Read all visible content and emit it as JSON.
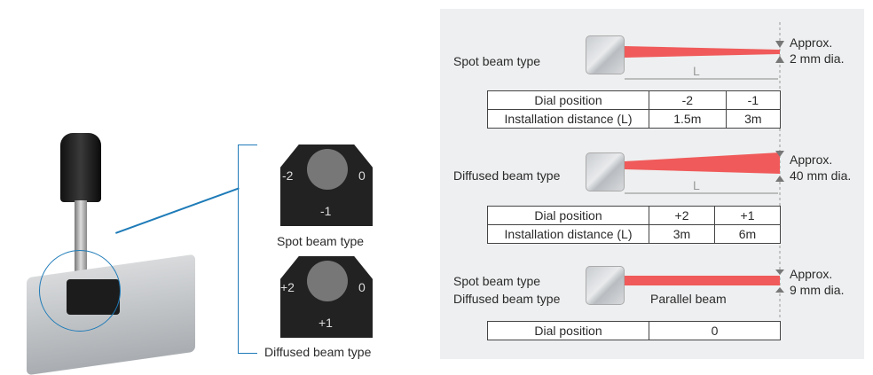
{
  "dial_panel": {
    "spot": {
      "caption": "Spot beam type",
      "left": "-2",
      "center": "-1",
      "right": "0"
    },
    "diffused": {
      "caption": "Diffused beam type",
      "left": "+2",
      "center": "+1",
      "right": "0"
    }
  },
  "right_panel": {
    "spot": {
      "label": "Spot beam type",
      "spot_size": [
        "Approx.",
        "2 mm dia."
      ],
      "distance_label": "L",
      "table": {
        "row1": [
          "Dial position",
          "-2",
          "-1"
        ],
        "row2": [
          "Installation distance (L)",
          "1.5m",
          "3m"
        ]
      }
    },
    "diffused": {
      "label": "Diffused beam type",
      "spot_size": [
        "Approx.",
        "40 mm dia."
      ],
      "distance_label": "L",
      "table": {
        "row1": [
          "Dial position",
          "+2",
          "+1"
        ],
        "row2": [
          "Installation distance (L)",
          "3m",
          "6m"
        ]
      }
    },
    "parallel": {
      "label1": "Spot beam type",
      "label2": "Diffused beam type",
      "beam_label": "Parallel beam",
      "spot_size": [
        "Approx.",
        "9 mm dia."
      ],
      "table": {
        "row1": [
          "Dial position",
          "0"
        ]
      }
    }
  },
  "colors": {
    "beam": "#f05a5a",
    "bracket": "#1e7bb8",
    "panel": "#eeeff0"
  }
}
